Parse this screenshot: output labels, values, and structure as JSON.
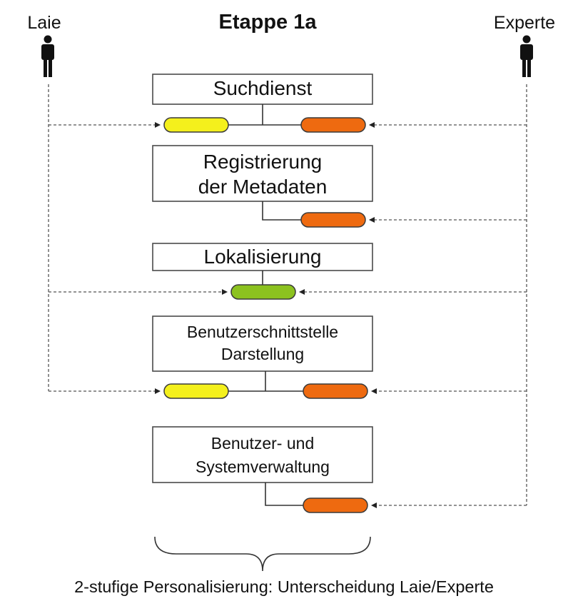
{
  "title": "Etappe 1a",
  "roles": {
    "left": "Laie",
    "right": "Experte"
  },
  "stages": [
    {
      "lines": [
        "Suchdienst"
      ],
      "access": [
        "laie",
        "experte"
      ]
    },
    {
      "lines": [
        "Registrierung",
        "der Metadaten"
      ],
      "access": [
        "experte"
      ]
    },
    {
      "lines": [
        "Lokalisierung"
      ],
      "access": [
        "gemeinsam"
      ]
    },
    {
      "lines": [
        "Benutzerschnittstelle",
        "Darstellung"
      ],
      "access": [
        "laie",
        "experte"
      ]
    },
    {
      "lines": [
        "Benutzer- und",
        "Systemverwaltung"
      ],
      "access": [
        "experte"
      ]
    }
  ],
  "colors": {
    "laie": "#f4f01c",
    "experte": "#ee6a10",
    "gemeinsam": "#8cc21f",
    "line": "#333333"
  },
  "caption": "2-stufige Personalisierung: Unterscheidung Laie/Experte"
}
